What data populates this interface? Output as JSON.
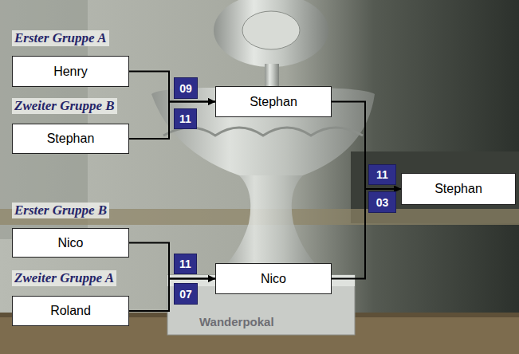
{
  "diagram": {
    "nodes": [
      {
        "text": [
          "Erster Gruppe A",
          "Henry"
        ]
      },
      {
        "text": [
          "09"
        ]
      },
      {
        "text": [
          "Stephan"
        ]
      },
      {
        "text": [
          "11"
        ]
      },
      {
        "text": [
          "Zweiter Gruppe B",
          "Stephan"
        ]
      },
      {
        "text": [
          "11"
        ]
      },
      {
        "text": [
          "Stephan"
        ]
      },
      {
        "text": [
          "03"
        ]
      },
      {
        "text": [
          "Erster Gruppe B",
          "Nico"
        ]
      },
      {
        "text": [
          "11"
        ]
      },
      {
        "text": [
          "Nico"
        ]
      },
      {
        "text": [
          "07"
        ]
      },
      {
        "text": [
          "Zweiter Gruppe A",
          "Roland"
        ]
      }
    ],
    "edges": [
      {
        "from": 0,
        "to": 2,
        "arrow": "to"
      },
      {
        "from": 4,
        "to": 2,
        "arrow": "to"
      },
      {
        "from": 8,
        "to": 10,
        "arrow": "to"
      },
      {
        "from": 12,
        "to": 10,
        "arrow": "to"
      },
      {
        "from": 2,
        "to": 6,
        "arrow": "to"
      },
      {
        "from": 10,
        "to": 6,
        "arrow": "to"
      }
    ],
    "labels": [
      "Wanderpokal"
    ]
  }
}
